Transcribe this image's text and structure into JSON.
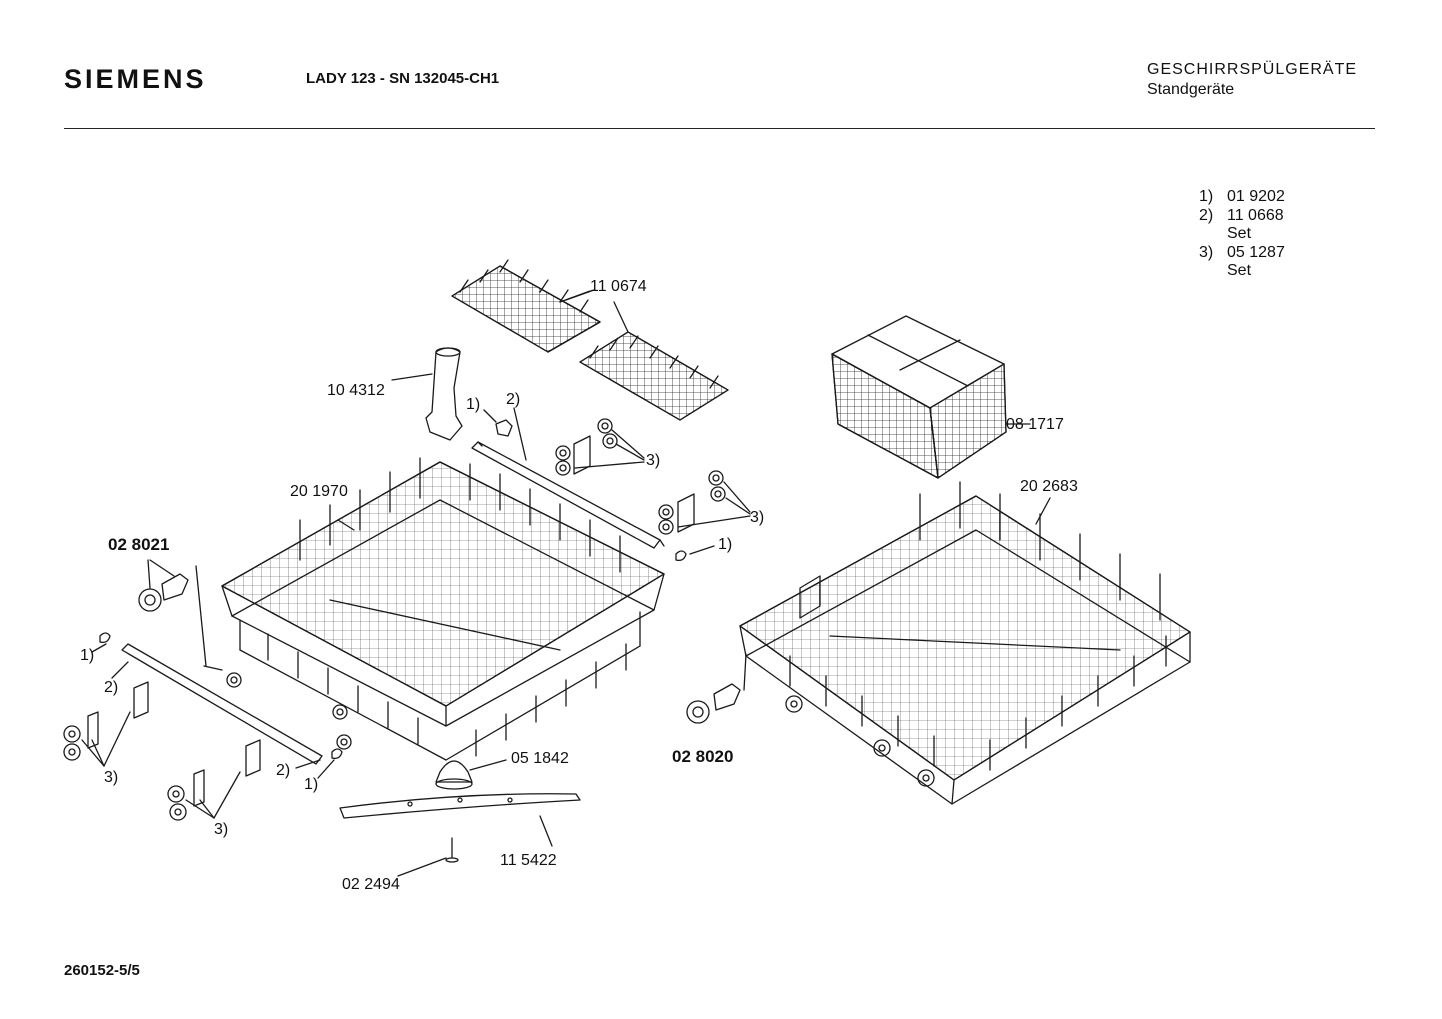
{
  "header": {
    "brand": "SIEMENS",
    "model": "LADY 123 - SN 132045-CH1",
    "category": "GESCHIRRSPÜLGERÄTE",
    "subcategory": "Standgeräte"
  },
  "legend": [
    {
      "num": "1)",
      "code": "01 9202",
      "note": ""
    },
    {
      "num": "2)",
      "code": "11 0668",
      "note": "Set"
    },
    {
      "num": "3)",
      "code": "05 1287",
      "note": "Set"
    }
  ],
  "parts": {
    "p110674": "11 0674",
    "p104312": "10 4312",
    "p201970": "20 1970",
    "p028021": "02 8021",
    "p081717": "08 1717",
    "p202683": "20 2683",
    "p051842": "05 1842",
    "p028020": "02 8020",
    "p115422": "11 5422",
    "p022494": "02 2494"
  },
  "refs": {
    "r1": "1)",
    "r2": "2)",
    "r3": "3)"
  },
  "footer": {
    "code": "260152-5/5"
  }
}
